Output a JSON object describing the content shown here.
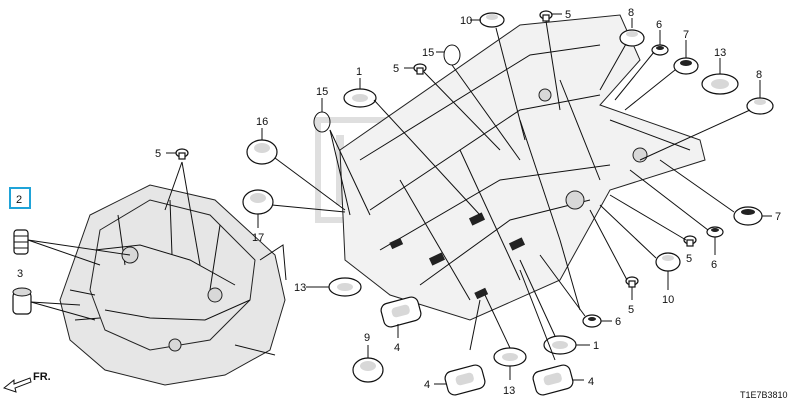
{
  "diagram": {
    "reference_code": "T1E7B3810",
    "direction_label": "FR.",
    "callouts": [
      {
        "id": "c-10-top",
        "label": "10"
      },
      {
        "id": "c-5-top",
        "label": "5"
      },
      {
        "id": "c-8-top",
        "label": "8"
      },
      {
        "id": "c-6-top",
        "label": "6"
      },
      {
        "id": "c-7-top",
        "label": "7"
      },
      {
        "id": "c-13-right",
        "label": "13"
      },
      {
        "id": "c-8-right",
        "label": "8"
      },
      {
        "id": "c-15-a",
        "label": "15"
      },
      {
        "id": "c-5-b",
        "label": "5"
      },
      {
        "id": "c-1-top",
        "label": "1"
      },
      {
        "id": "c-15-b",
        "label": "15"
      },
      {
        "id": "c-16",
        "label": "16"
      },
      {
        "id": "c-5-left",
        "label": "5"
      },
      {
        "id": "c-2",
        "label": "2"
      },
      {
        "id": "c-3",
        "label": "3"
      },
      {
        "id": "c-17",
        "label": "17"
      },
      {
        "id": "c-13-mid",
        "label": "13"
      },
      {
        "id": "c-9",
        "label": "9"
      },
      {
        "id": "c-4-a",
        "label": "4"
      },
      {
        "id": "c-4-b",
        "label": "4"
      },
      {
        "id": "c-13-bottom",
        "label": "13"
      },
      {
        "id": "c-4-c",
        "label": "4"
      },
      {
        "id": "c-1-bottom",
        "label": "1"
      },
      {
        "id": "c-6-bottom",
        "label": "6"
      },
      {
        "id": "c-5-right",
        "label": "5"
      },
      {
        "id": "c-10-bottom",
        "label": "10"
      },
      {
        "id": "c-6-right",
        "label": "6"
      },
      {
        "id": "c-5-right2",
        "label": "5"
      },
      {
        "id": "c-7-right",
        "label": "7"
      }
    ]
  }
}
